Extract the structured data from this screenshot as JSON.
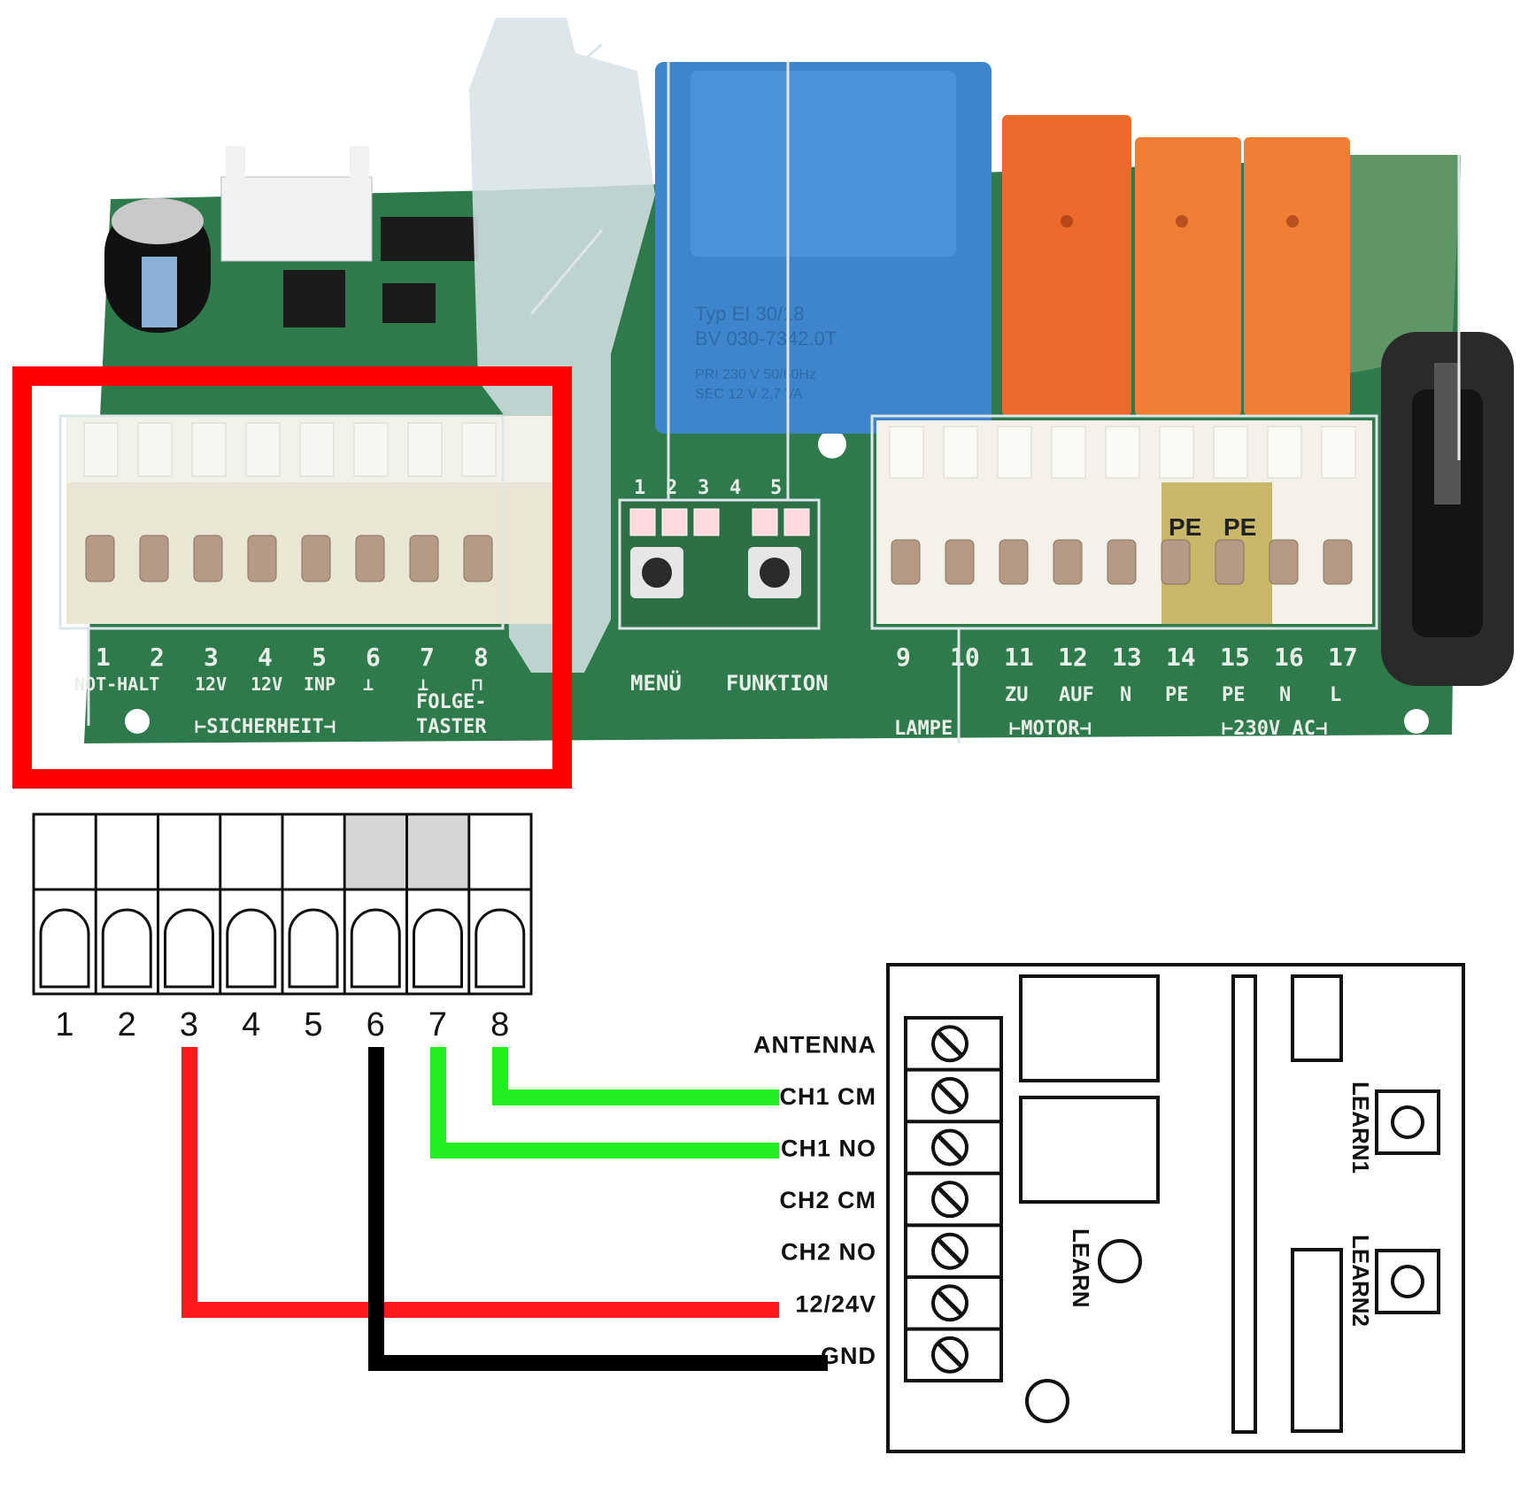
{
  "board": {
    "left_labels": {
      "numbers": [
        "1",
        "2",
        "3",
        "4",
        "5",
        "6",
        "7",
        "8"
      ],
      "names": [
        "NOT-HALT",
        "12V",
        "12V",
        "INP",
        "⊥",
        "⊥",
        "⊓"
      ],
      "sicherheit": "⊢SICHERHEIT⊣",
      "folge": "FOLGE-",
      "taster": "TASTER"
    },
    "menu": "MENÜ",
    "funktion": "FUNKTION",
    "led_numbers": [
      "1",
      "2",
      "3",
      "4",
      "5"
    ],
    "transformer": {
      "line1": "Typ EI 30/18",
      "line2": "BV 030-7342.0T",
      "line3": "PRI 230 V 50/60Hz",
      "line4": "SEC 12 V 2,7 VA"
    },
    "pe_labels": [
      "PE",
      "PE"
    ],
    "right_numbers": [
      "9",
      "10",
      "11",
      "12",
      "13",
      "14",
      "15",
      "16",
      "17"
    ],
    "right_names": [
      "ZU",
      "AUF",
      "N",
      "PE",
      "PE",
      "N",
      "L"
    ],
    "lampe": "LAMPE",
    "motor": "⊢MOTOR⊣",
    "ac": "⊢230V AC⊣"
  },
  "terminal_numbers": [
    "1",
    "2",
    "3",
    "4",
    "5",
    "6",
    "7",
    "8"
  ],
  "receiver": {
    "pins": [
      "ANTENNA",
      "CH1 CM",
      "CH1 NO",
      "CH2 CM",
      "CH2 NO",
      "12/24V",
      "GND"
    ],
    "learn": "LEARN",
    "learn1": "LEARN1",
    "learn2": "LEARN2"
  },
  "colors": {
    "highlight": "#ff0000",
    "wire_power": "#ff1a1a",
    "wire_ground": "#000000",
    "wire_signal": "#22ee22",
    "pcb": "#2e7d4f"
  }
}
